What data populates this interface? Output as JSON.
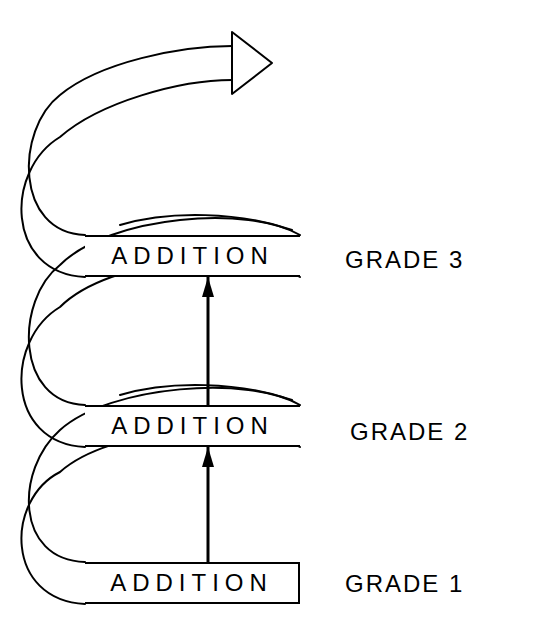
{
  "diagram": {
    "nodes": [
      {
        "text": [
          "ADDITION"
        ]
      },
      {
        "text": [
          "ADDITION"
        ]
      },
      {
        "text": [
          "ADDITION"
        ]
      }
    ],
    "edges": [
      {
        "from": 2,
        "to": 1,
        "arrow": "to"
      },
      {
        "from": 1,
        "to": 0,
        "arrow": "to"
      }
    ],
    "labels": [
      "GRADE 3",
      "GRADE 2",
      "GRADE 1"
    ]
  }
}
